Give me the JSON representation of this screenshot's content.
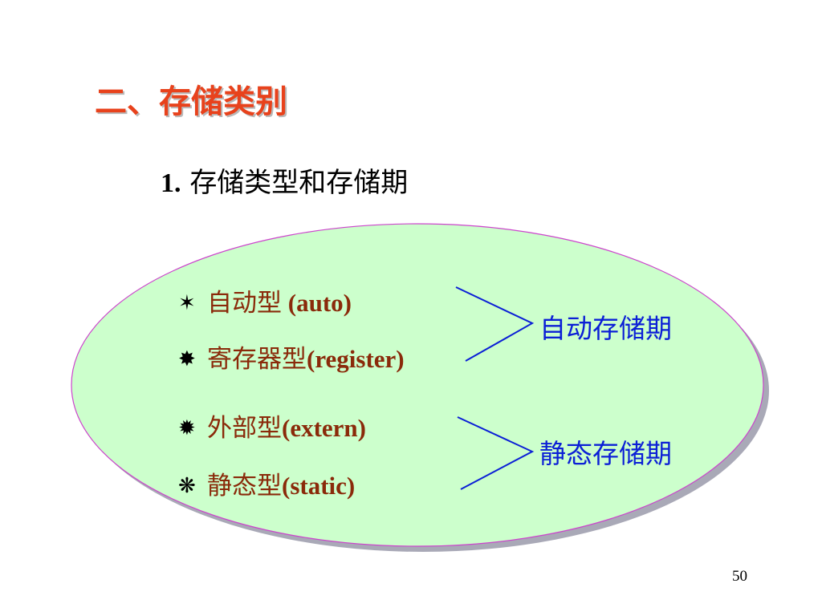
{
  "slide": {
    "title": "二、存储类别",
    "subtitle_number": "1.",
    "subtitle_text": "存储类型和存储期",
    "items": [
      {
        "bullet": "✶",
        "cn": "自动型",
        "latin": " (auto)"
      },
      {
        "bullet": "✸",
        "cn": "寄存器型",
        "latin": "(register)"
      },
      {
        "bullet": "✹",
        "cn": "外部型",
        "latin": "(extern)"
      },
      {
        "bullet": "❋",
        "cn": "静态型",
        "latin": "(static)"
      }
    ],
    "periods": {
      "auto": "自动存储期",
      "static": "静态存储期"
    },
    "page_number": "50"
  },
  "colors": {
    "title": "#e8421c",
    "item_text": "#8a2a0a",
    "period_text": "#0b1fd6",
    "ellipse_fill": "#ccffcc",
    "ellipse_border": "#cc44cc",
    "ellipse_shadow": "#9a9aaa",
    "bracket_line": "#0b1fd6"
  }
}
